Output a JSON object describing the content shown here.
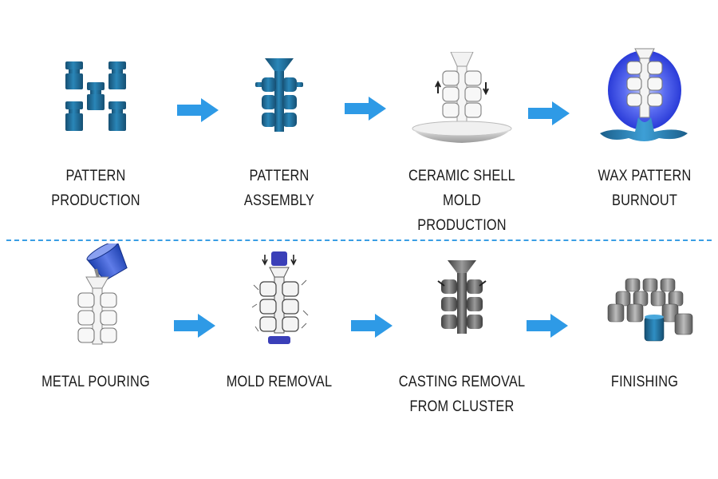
{
  "colors": {
    "pattern_blue": "#1f6f9c",
    "arrow_blue": "#2e9ae6",
    "divider_blue": "#3a9ee4",
    "burnout_glow": "#2a3bd8",
    "shell_gray": "#d8d8d8",
    "metal_gray": "#7a7a7a",
    "label_text": "#1a1a1a"
  },
  "top_row": [
    {
      "label_lines": [
        "PATTERN",
        "PRODUCTION"
      ],
      "icon": "wax-patterns-icon"
    },
    {
      "label_lines": [
        "PATTERN",
        "ASSEMBLY"
      ],
      "icon": "pattern-tree-icon"
    },
    {
      "label_lines": [
        "CERAMIC SHELL",
        "MOLD",
        "PRODUCTION"
      ],
      "icon": "ceramic-shell-icon"
    },
    {
      "label_lines": [
        "WAX PATTERN",
        "BURNOUT"
      ],
      "icon": "burnout-icon"
    }
  ],
  "bottom_row": [
    {
      "label_lines": [
        "METAL POURING"
      ],
      "icon": "metal-pouring-icon"
    },
    {
      "label_lines": [
        "MOLD REMOVAL"
      ],
      "icon": "mold-removal-icon"
    },
    {
      "label_lines": [
        "CASTING REMOVAL",
        "FROM CLUSTER"
      ],
      "icon": "casting-removal-icon"
    },
    {
      "label_lines": [
        "FINISHING"
      ],
      "icon": "finishing-icon"
    }
  ]
}
